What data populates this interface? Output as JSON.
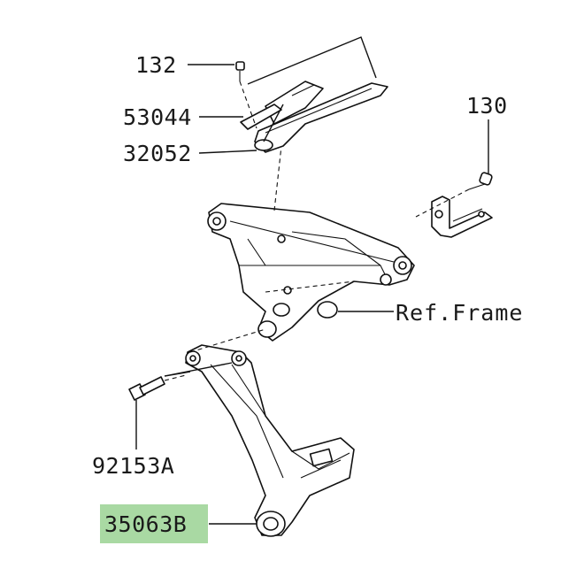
{
  "callouts": [
    {
      "id": "132",
      "label": "132",
      "highlighted": false
    },
    {
      "id": "53044",
      "label": "53044",
      "highlighted": false
    },
    {
      "id": "32052",
      "label": "32052",
      "highlighted": false
    },
    {
      "id": "130",
      "label": "130",
      "highlighted": false
    },
    {
      "id": "ref-frame",
      "label": "Ref.Frame",
      "highlighted": false
    },
    {
      "id": "92153A",
      "label": "92153A",
      "highlighted": false
    },
    {
      "id": "35063B",
      "label": "35063B",
      "highlighted": true
    }
  ],
  "colors": {
    "highlight": "#a9d9a3",
    "line": "#111111",
    "background": "#ffffff"
  }
}
